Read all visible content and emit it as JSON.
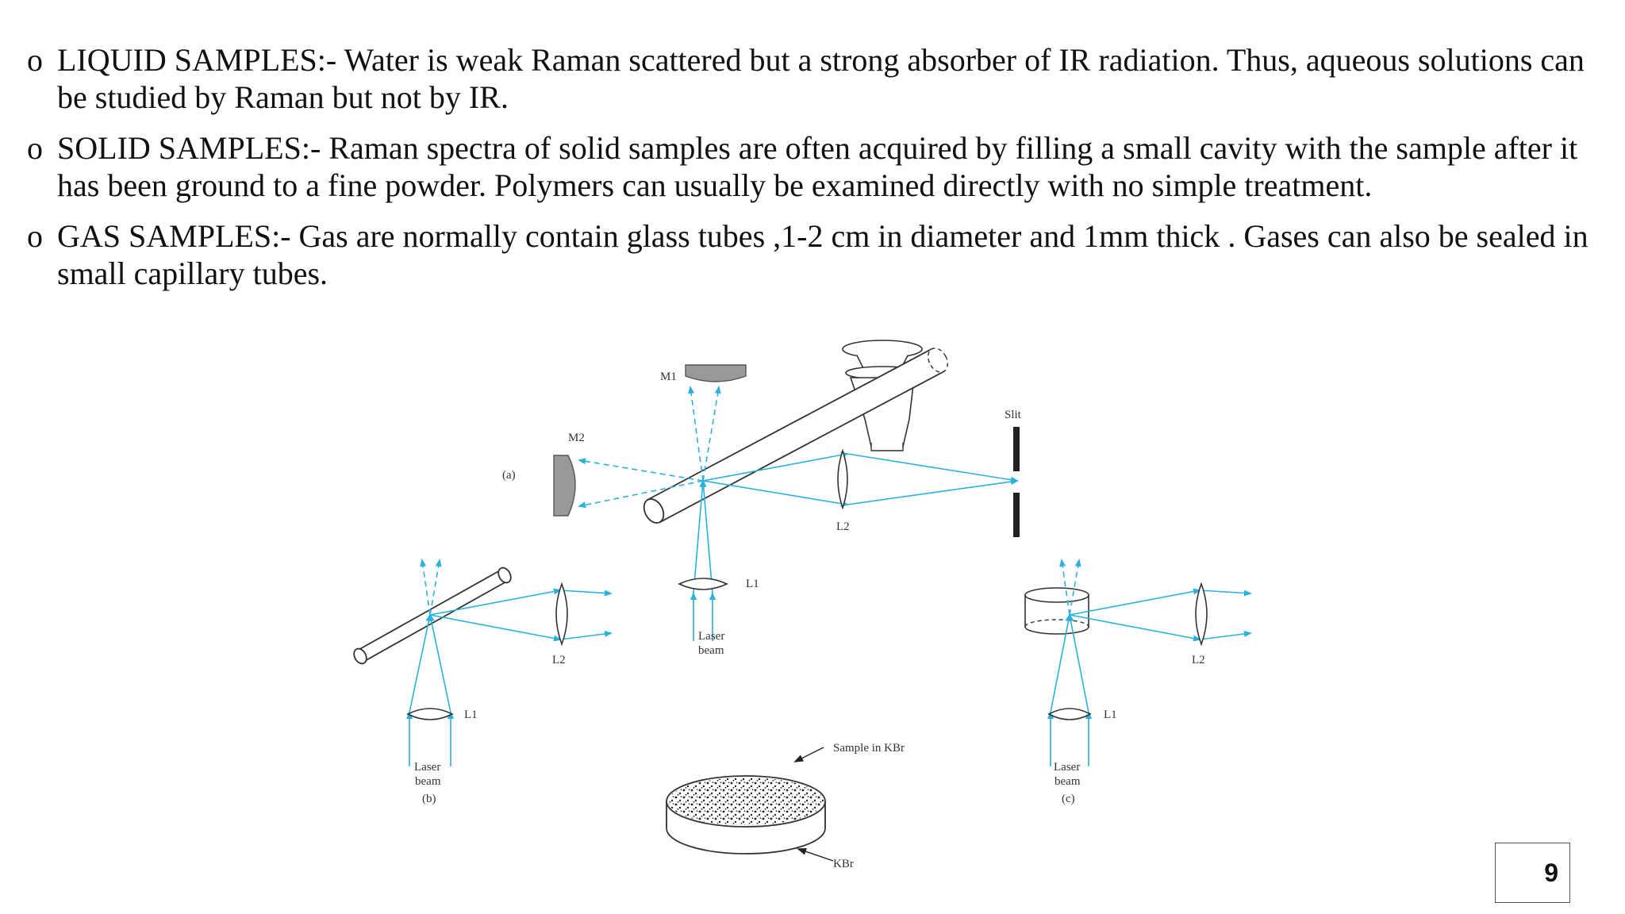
{
  "bullets": [
    {
      "marker": "o",
      "text": "LIQUID SAMPLES:- Water is weak Raman scattered but a strong absorber of IR radiation. Thus, aqueous solutions can be studied by Raman but not by IR."
    },
    {
      "marker": "o",
      "text": "SOLID SAMPLES:- Raman spectra of solid samples are often acquired by filling a small cavity with the sample after it has been ground to a fine powder. Polymers can usually be examined directly with no simple treatment."
    },
    {
      "marker": "o",
      "text": "GAS SAMPLES:- Gas are normally contain glass tubes ,1-2 cm in diameter and 1mm thick . Gases can also be sealed in small capillary tubes."
    }
  ],
  "figure": {
    "labels": {
      "m1": "M1",
      "m2": "M2",
      "a": "(a)",
      "slit": "Slit",
      "l2": "L2",
      "l1": "L1",
      "laser": "Laser",
      "beam": "beam",
      "b": "(b)",
      "c": "(c)",
      "sample_kbr": "Sample in KBr",
      "kbr": "KBr"
    },
    "colors": {
      "beam": "#2bb1dd",
      "mirror": "#999999"
    }
  },
  "page_number": "9"
}
